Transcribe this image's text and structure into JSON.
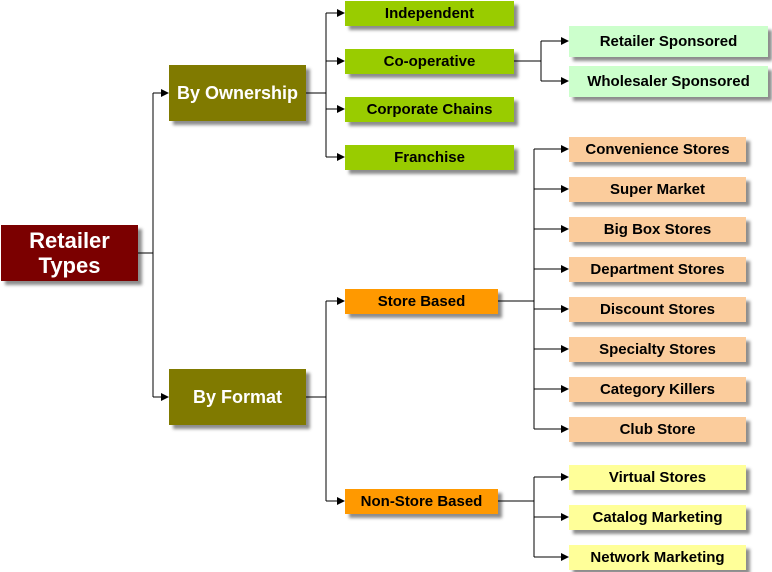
{
  "root": {
    "line1": "Retailer",
    "line2": "Types"
  },
  "by_ownership": {
    "label": "By Ownership",
    "children": [
      "Independent",
      "Co-operative",
      "Corporate Chains",
      "Franchise"
    ],
    "cooperative_children": [
      "Retailer Sponsored",
      "Wholesaler Sponsored"
    ]
  },
  "by_format": {
    "label": "By Format",
    "store_based": {
      "label": "Store Based",
      "children": [
        "Convenience Stores",
        "Super Market",
        "Big Box Stores",
        "Department Stores",
        "Discount Stores",
        "Specialty Stores",
        "Category Killers",
        "Club Store"
      ]
    },
    "non_store_based": {
      "label": "Non-Store Based",
      "children": [
        "Virtual Stores",
        "Catalog Marketing",
        "Network Marketing"
      ]
    }
  },
  "colors": {
    "root": "#7b0000",
    "level1": "#807a00",
    "ownership_types": "#99cc00",
    "format_types": "#ff9900",
    "cooperative_types": "#ccffcc",
    "store_types": "#fbcc9c",
    "non_store_types": "#ffff99"
  }
}
